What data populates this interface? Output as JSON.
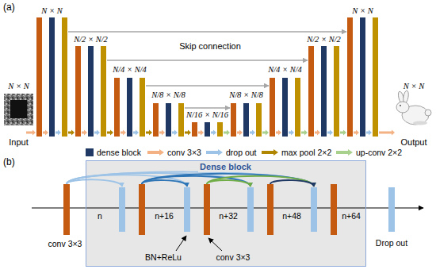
{
  "diagram": {
    "nodes": [
      {
        "text": [
          "Dense block"
        ]
      }
    ],
    "labels": [
      "(a)",
      "N × N",
      "N × N",
      "N/2 × N/2",
      "Skip connection",
      "N/2 × N/2",
      "N × N",
      "N × N",
      "N/4 × N/4",
      "N/4 × N/4",
      "N/8 × N/8",
      "N/8 × N/8",
      "N/16 × N/16",
      "Input",
      "Output",
      "(b)",
      "n",
      "n+16",
      "n+32",
      "n+48",
      "n+64",
      "conv 3×3",
      "BN+ReLu",
      "conv 3×3",
      "Drop out"
    ],
    "legend": [
      {
        "text": "dense block",
        "color": "#1f3864"
      },
      {
        "text": "conv 3×3"
      },
      {
        "text": "drop out"
      },
      {
        "text": "max pool 2×2"
      },
      {
        "text": "up-conv 2×2"
      }
    ]
  }
}
